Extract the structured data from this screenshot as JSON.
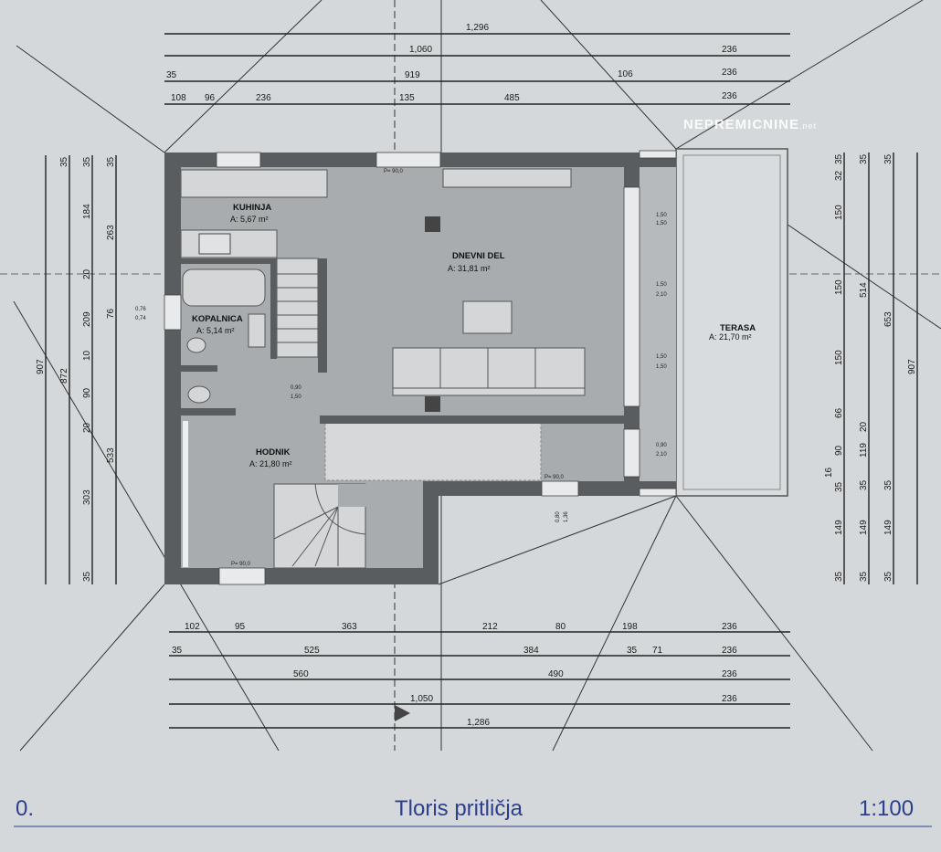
{
  "watermark": {
    "brand": "NEPREMICNINE",
    "tld": ".net"
  },
  "rooms": {
    "kuhinja": {
      "name": "KUHINJA",
      "area": "A: 5,67 m²"
    },
    "dnevni": {
      "name": "DNEVNI DEL",
      "area": "A: 31,81 m²"
    },
    "kopalnica": {
      "name": "KOPALNICA",
      "area": "A: 5,14 m²"
    },
    "hodnik": {
      "name": "HODNIK",
      "area": "A: 21,80 m²"
    },
    "terasa": {
      "name": "TERASA",
      "area": "A: 21,70 m²"
    }
  },
  "top_dims": {
    "row1": [
      "1,296"
    ],
    "row2": [
      "1,060",
      "236"
    ],
    "row3": [
      "35",
      "919",
      "106",
      "236"
    ],
    "row4": [
      "108",
      "96",
      "236",
      "135",
      "485",
      "236"
    ]
  },
  "left_dims": {
    "col1": [
      "907"
    ],
    "col2": [
      "35",
      "872"
    ],
    "col3": [
      "35",
      "184",
      "20",
      "209",
      "10",
      "90",
      "20",
      "303",
      "35"
    ],
    "col4": [
      "35",
      "263",
      "76",
      "533"
    ]
  },
  "right_dims": {
    "col1": [
      "32",
      "35",
      "150",
      "150",
      "150",
      "66",
      "90",
      "16",
      "35",
      "149",
      "35"
    ],
    "col2": [
      "35",
      "514",
      "20",
      "119",
      "35",
      "149",
      "35"
    ],
    "col3": [
      "35",
      "653",
      "35",
      "149",
      "35"
    ],
    "col4": [
      "907"
    ]
  },
  "bottom_dims": {
    "row1": [
      "102",
      "95",
      "363",
      "212",
      "80",
      "198",
      "236"
    ],
    "row2": [
      "35",
      "525",
      "384",
      "35",
      "71",
      "236"
    ],
    "row3": [
      "560",
      "490",
      "236"
    ],
    "row4": [
      "1,050",
      "236"
    ],
    "row5": [
      "1,286"
    ]
  },
  "openings": {
    "w_bath": [
      "0,76",
      "0,74"
    ],
    "door_hall": [
      "0,90",
      "1,50"
    ],
    "w_living1": [
      "1,50",
      "1,50"
    ],
    "w_living2": [
      "1,50",
      "2,10"
    ],
    "w_living3": [
      "1,50",
      "1,50"
    ],
    "w_living4": [
      "0,90",
      "2,10"
    ],
    "w_south": [
      "0,80",
      "1,36"
    ],
    "parapet": "P= 90,0"
  },
  "footer": {
    "number": "0.",
    "title": "Tloris pritličja",
    "scale": "1:100"
  }
}
